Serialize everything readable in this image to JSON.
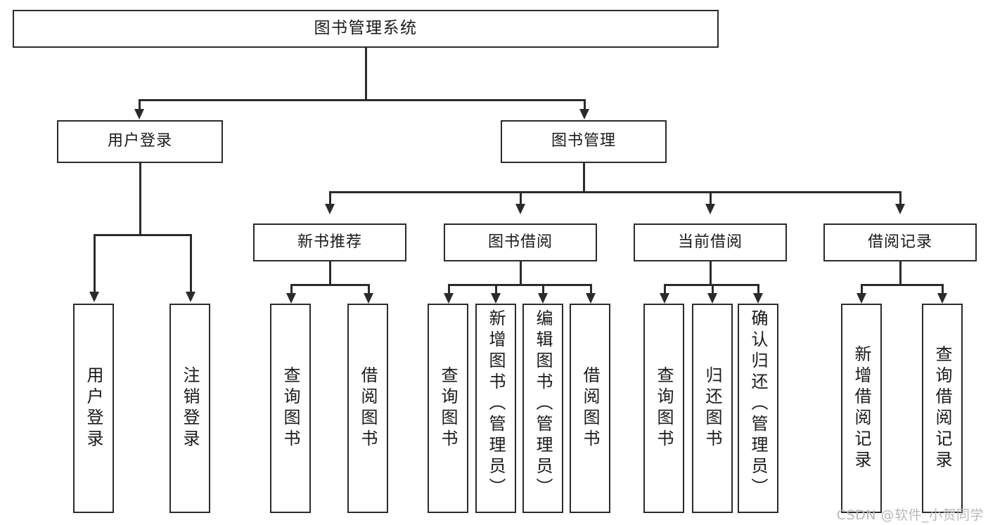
{
  "diagram": {
    "type": "tree-hierarchy-chart",
    "root": {
      "label": "图书管理系统"
    },
    "level2": [
      {
        "label": "用户登录"
      },
      {
        "label": "图书管理"
      }
    ],
    "level3": [
      {
        "label": "新书推荐"
      },
      {
        "label": "图书借阅"
      },
      {
        "label": "当前借阅"
      },
      {
        "label": "借阅记录"
      }
    ],
    "leaves": {
      "user_login": [
        {
          "label": "用户登录"
        },
        {
          "label": "注销登录"
        }
      ],
      "new_book_recommend": [
        {
          "label": "查询图书"
        },
        {
          "label": "借阅图书"
        }
      ],
      "book_borrow": [
        {
          "label": "查询图书"
        },
        {
          "label": "新增图书（管理员）"
        },
        {
          "label": "编辑图书（管理员）"
        },
        {
          "label": "借阅图书"
        }
      ],
      "current_borrow": [
        {
          "label": "查询图书"
        },
        {
          "label": "归还图书"
        },
        {
          "label": "确认归还（管理员）"
        }
      ],
      "borrow_record": [
        {
          "label": "新增借阅记录"
        },
        {
          "label": "查询借阅记录"
        }
      ]
    }
  },
  "watermark": {
    "text": "CSDN @软件_小贺同学"
  },
  "colors": {
    "stroke": "#2b2b2b",
    "fill": "#ffffff",
    "text": "#1a1a1a",
    "watermark": "#b9b9b9"
  }
}
